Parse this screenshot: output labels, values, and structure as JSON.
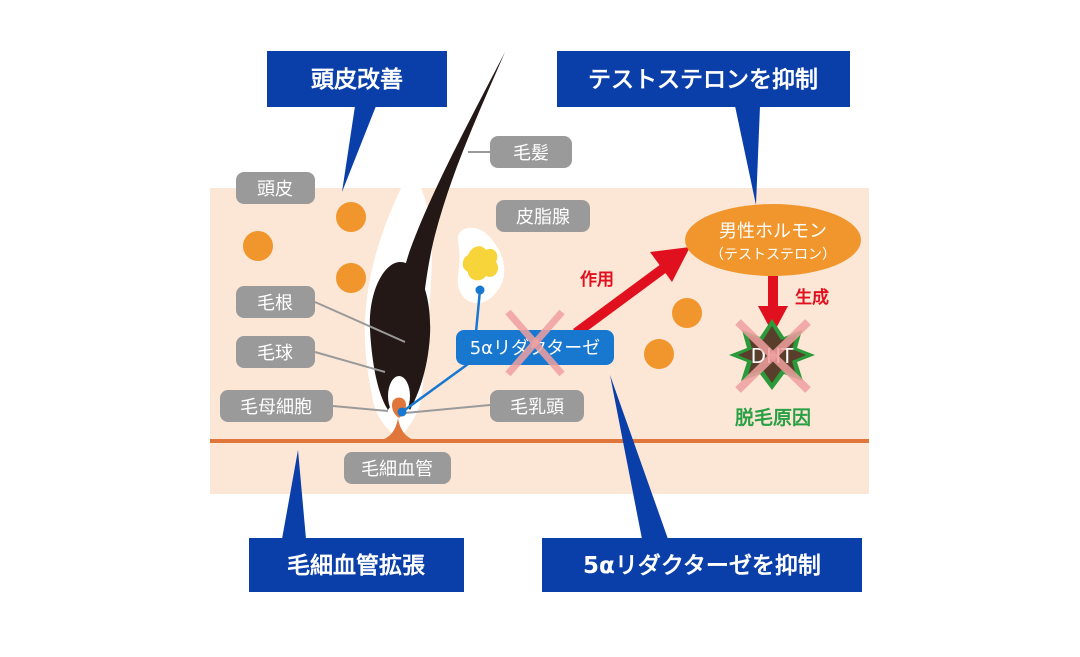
{
  "callouts": {
    "scalp_improvement": "頭皮改善",
    "suppress_testosterone": "テストステロンを抑制",
    "capillary_dilation": "毛細血管拡張",
    "suppress_reductase": "5αリダクターゼを抑制"
  },
  "labels": {
    "scalp": "頭皮",
    "hair": "毛髪",
    "sebaceous_gland": "皮脂腺",
    "hair_root": "毛根",
    "hair_bulb": "毛球",
    "hair_matrix_cell": "毛母細胞",
    "dermal_papilla": "毛乳頭",
    "capillary": "毛細血管"
  },
  "enzyme": {
    "label": "5αリダクターゼ"
  },
  "hormone": {
    "name": "男性ホルモン",
    "sub": "（テストステロン）"
  },
  "arrows": {
    "action": "作用",
    "produce": "生成"
  },
  "dht": {
    "label": "DHT",
    "cause": "脱毛原因"
  },
  "colors": {
    "callout_blue": "#0a3ea8",
    "skin": "#fce6d6",
    "vessel": "#e0763a",
    "orange": "#f0962d",
    "grey_label": "#9a9a9a",
    "enzyme_blue": "#1878d0",
    "red_arrow": "#e0101e",
    "cross_pink": "#f0a0a0",
    "green_text": "#2aa045",
    "dht_dark": "#5a3e2c",
    "dht_green": "#2a9a3a",
    "sebum_yellow": "#f7d43a"
  }
}
